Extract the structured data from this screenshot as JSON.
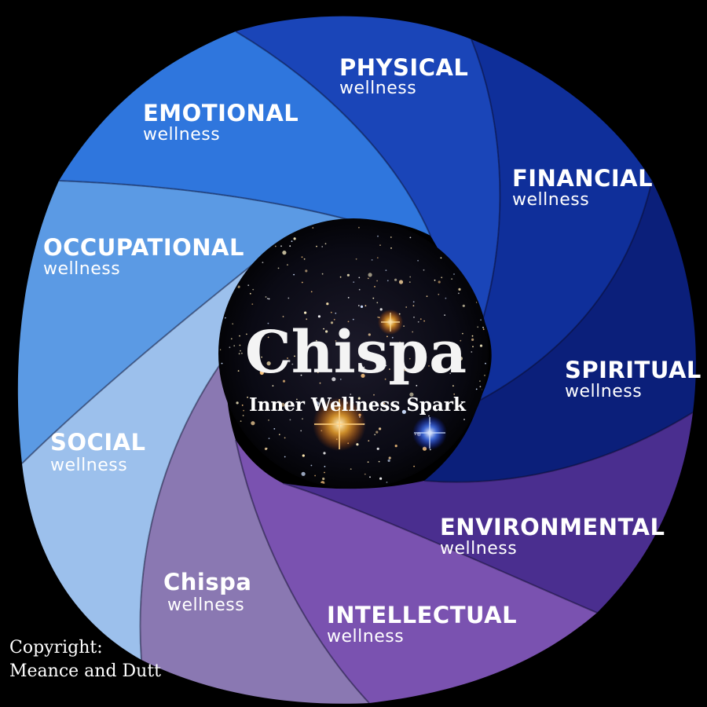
{
  "segments": [
    {
      "id": "physical",
      "title": "PHYSICAL",
      "sub": "wellness",
      "color": "#1a45b8"
    },
    {
      "id": "financial",
      "title": "FINANCIAL",
      "sub": "wellness",
      "color": "#0f2f9a"
    },
    {
      "id": "spiritual",
      "title": "SPIRITUAL",
      "sub": "wellness",
      "color": "#0b1f7a"
    },
    {
      "id": "environmental",
      "title": "ENVIRONMENTAL",
      "sub": "wellness",
      "color": "#4a2e8f"
    },
    {
      "id": "intellectual",
      "title": "INTELLECTUAL",
      "sub": "wellness",
      "color": "#7a52b0"
    },
    {
      "id": "chispa",
      "title": "Chispa",
      "sub": "wellness",
      "color": "#8a78b2"
    },
    {
      "id": "social",
      "title": "SOCIAL",
      "sub": "wellness",
      "color": "#9cc0ec"
    },
    {
      "id": "occupational",
      "title": "OCCUPATIONAL",
      "sub": "wellness",
      "color": "#5b9ae4"
    },
    {
      "id": "emotional",
      "title": "EMOTIONAL",
      "sub": "wellness",
      "color": "#2f76dd"
    }
  ],
  "center": {
    "title": "Chispa",
    "subtitle": "Inner Wellness Spark"
  },
  "copyright": {
    "line1": "Copyright:",
    "line2": "Meance and Dutt"
  }
}
